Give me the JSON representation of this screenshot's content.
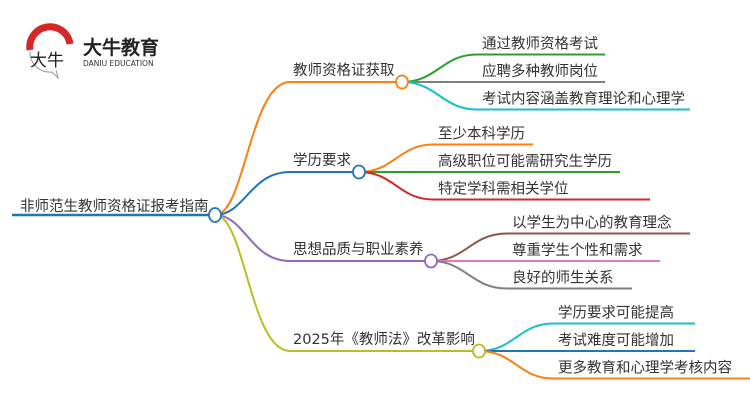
{
  "logo": {
    "name": "大牛教育",
    "subtitle": "DANIU EDUCATION",
    "mark": "大牛"
  },
  "root": {
    "label": "非师范生教师资格证报考指南",
    "color": "#1f77b4"
  },
  "branches": [
    {
      "label": "教师资格证获取",
      "color": "#ff7f0e",
      "children": [
        {
          "label": "通过教师资格考试",
          "color": "#2ca02c"
        },
        {
          "label": "应聘多种教师岗位",
          "color": "#7f7f7f"
        },
        {
          "label": "考试内容涵盖教育理论和心理学",
          "color": "#17becf"
        }
      ]
    },
    {
      "label": "学历要求",
      "color": "#1f77b4",
      "children": [
        {
          "label": "至少本科学历",
          "color": "#ff7f0e"
        },
        {
          "label": "高级职位可能需研究生学历",
          "color": "#2ca02c"
        },
        {
          "label": "特定学科需相关学位",
          "color": "#d62728"
        }
      ]
    },
    {
      "label": "思想品质与职业素养",
      "color": "#9467bd",
      "children": [
        {
          "label": "以学生为中心的教育理念",
          "color": "#8c564b"
        },
        {
          "label": "尊重学生个性和需求",
          "color": "#e377c2"
        },
        {
          "label": "良好的师生关系",
          "color": "#7f7f7f"
        }
      ]
    },
    {
      "label": "2025年《教师法》改革影响",
      "color": "#bcbd22",
      "children": [
        {
          "label": "学历要求可能提高",
          "color": "#17becf"
        },
        {
          "label": "考试难度可能增加",
          "color": "#1f77b4"
        },
        {
          "label": "更多教育和心理学考核内容",
          "color": "#ff7f0e"
        }
      ]
    }
  ]
}
